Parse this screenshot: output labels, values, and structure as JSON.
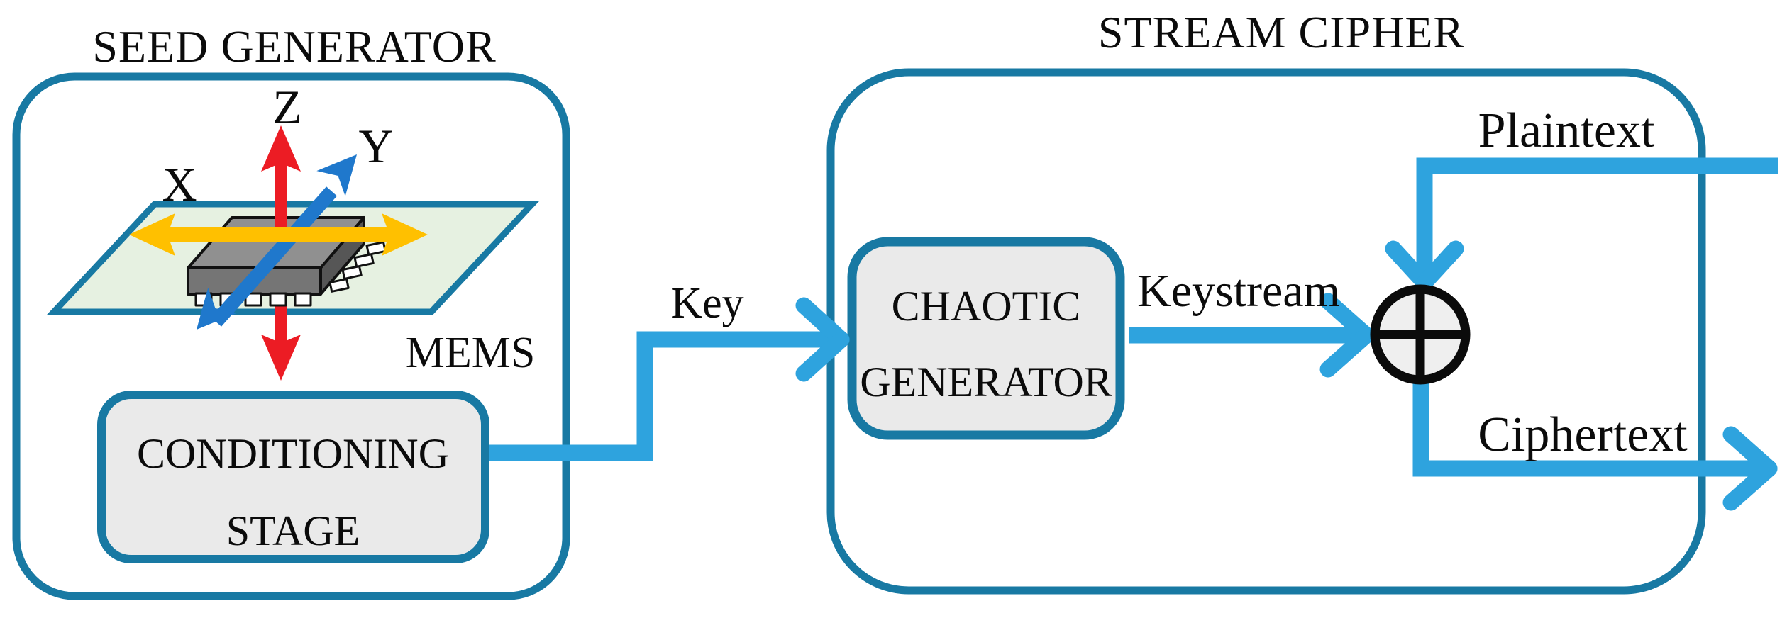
{
  "figure": {
    "seed_generator": {
      "title": "SEED GENERATOR",
      "mems_label": "MEMS",
      "axis_x": "X",
      "axis_y": "Y",
      "axis_z": "Z",
      "conditioning_stage": {
        "line1": "CONDITIONING",
        "line2": "STAGE"
      }
    },
    "stream_cipher": {
      "title": "STREAM CIPHER",
      "chaotic_generator": {
        "line1": "CHAOTIC",
        "line2": "GENERATOR"
      }
    },
    "signals": {
      "key": "Key",
      "keystream": "Keystream",
      "plaintext": "Plaintext",
      "ciphertext": "Ciphertext"
    }
  },
  "colors": {
    "outline-teal": "#1879A3",
    "flow-blue": "#2EA3DE",
    "axis-red": "#EC1C24",
    "axis-yellow": "#FFC000",
    "axis-blue": "#1F78CC",
    "plane-green": "#E6F1E1",
    "box-gray": "#EAEAEA",
    "xor-gray": "#EFEFEF",
    "chip-gray-top": "#909090",
    "chip-gray-front": "#757575",
    "chip-gray-side": "#565656",
    "chip-outline": "#111111",
    "text-black": "#0B0B0B"
  }
}
